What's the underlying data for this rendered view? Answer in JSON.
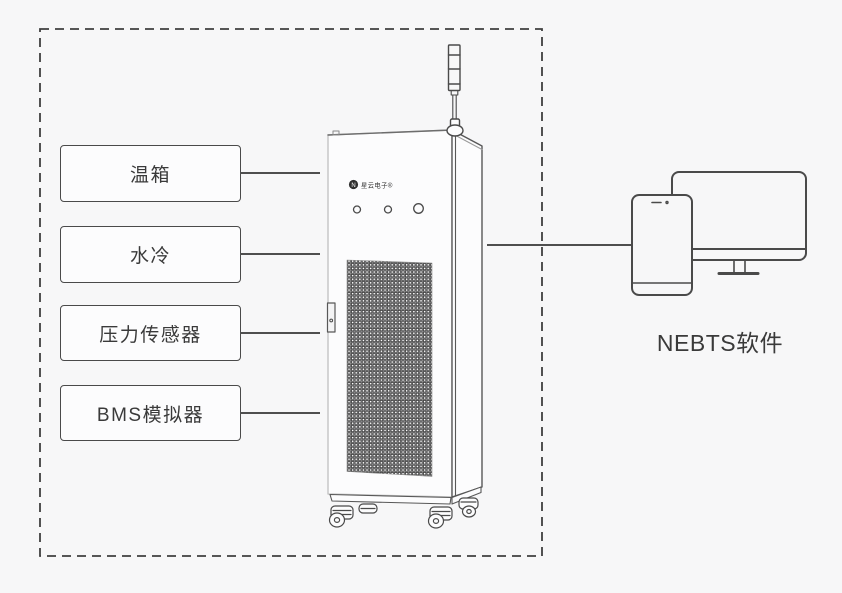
{
  "diagram_title": "",
  "peripherals": [
    {
      "label": "温箱"
    },
    {
      "label": "水冷"
    },
    {
      "label": "压力传感器"
    },
    {
      "label": "BMS模拟器"
    }
  ],
  "cabinet": {
    "logo_text": "星云电子®",
    "logo_monogram": "N",
    "illustration_parts": [
      "signal-tower-light",
      "brand-logo",
      "indicator-lights",
      "door-handle",
      "ventilation-grille",
      "caster-wheels"
    ]
  },
  "software": {
    "label": "NEBTS软件"
  },
  "colors": {
    "background": "#f7f7f8",
    "line": "#4a4a4a",
    "box_fill": "#fcfcfd",
    "text": "#3a3a3a"
  }
}
